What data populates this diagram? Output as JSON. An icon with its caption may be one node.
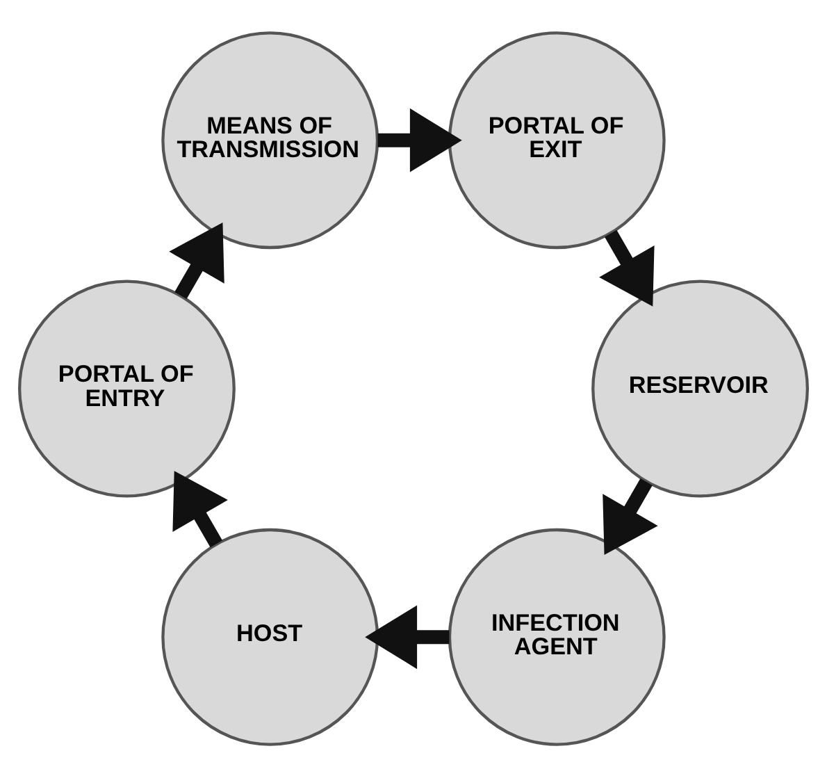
{
  "diagram": {
    "nodes": [
      {
        "text": [
          "INFECTION AGENT"
        ]
      },
      {
        "text": [
          "HOST"
        ]
      },
      {
        "text": [
          "RESERVOIR"
        ]
      },
      {
        "text": [
          "PORTAL OF ENTRY"
        ]
      },
      {
        "text": [
          "PORTAL OF EXIT"
        ]
      },
      {
        "text": [
          "MEANS OF TRANSMISSION"
        ]
      }
    ],
    "edges": [
      {
        "from": 0,
        "to": 1,
        "arrow": "to"
      },
      {
        "from": 1,
        "to": 3,
        "arrow": "to"
      },
      {
        "from": 3,
        "to": 5,
        "arrow": "to"
      },
      {
        "from": 5,
        "to": 4,
        "arrow": "to"
      },
      {
        "from": 4,
        "to": 2,
        "arrow": "to"
      },
      {
        "from": 2,
        "to": 0,
        "arrow": "to"
      }
    ]
  }
}
